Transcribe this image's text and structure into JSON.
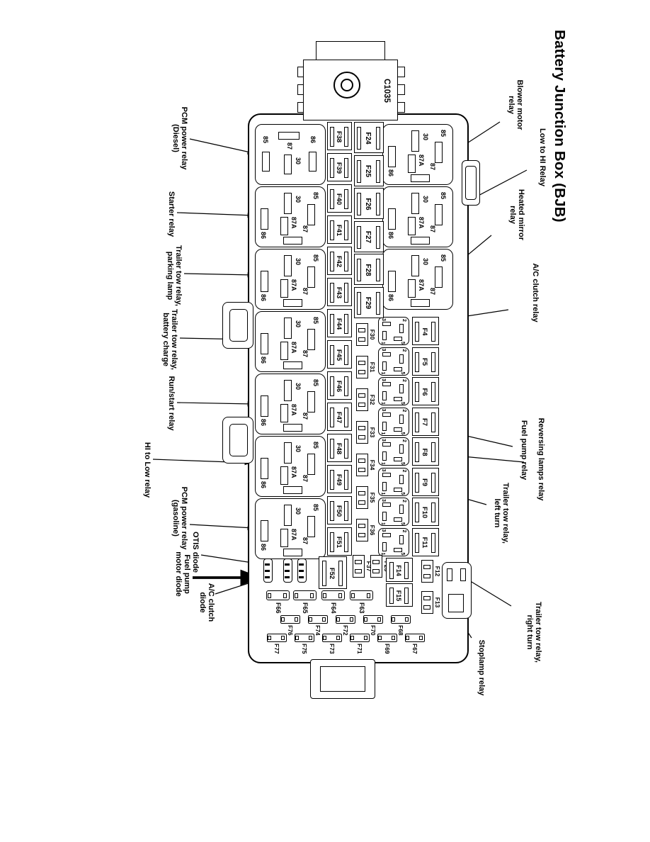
{
  "title": "Battery Junction Box (BJB)",
  "connector": {
    "label": "C1035"
  },
  "callouts_top": [
    "Blower motor relay",
    "Low to HI Relay",
    "Heated mirror relay",
    "A/C clutch relay",
    "Fuel pump relay",
    "Reversing lamps relay",
    "Trailer tow relay, left turn",
    "Trailer tow relay, right turn",
    "Stoplamp relay"
  ],
  "callouts_bottom": [
    "PCM power relay (Diesel)",
    "Starter relay",
    "Trailer tow relay, parking lamp",
    "Trailer tow relay, battery charge",
    "Run/start relay",
    "HI to Low relay",
    "PCM power relay (gasoline)",
    "OTIS diode",
    "Fuel pump motor diode",
    "A/C clutch diode"
  ],
  "pins": {
    "standard_relay": {
      "p30": "30",
      "p85": "85",
      "p86": "86",
      "p87": "87",
      "p87a": "87A"
    },
    "diesel_relay": {
      "p30": "30",
      "p85": "85",
      "p86": "86",
      "p87": "87"
    },
    "micro_relay": {
      "p1": "1",
      "p2": "2",
      "p3": "3",
      "p5": "5"
    }
  },
  "fuse_rows": {
    "row_f38_f51": [
      "F38",
      "F39",
      "F40",
      "F41",
      "F42",
      "F43",
      "F44",
      "F45",
      "F46",
      "F47",
      "F48",
      "F49",
      "F50",
      "F51"
    ],
    "row_f24_f29": [
      "F24",
      "F25",
      "F26",
      "F27",
      "F28",
      "F29"
    ],
    "row_f30_f36": [
      "F30",
      "F31",
      "F32",
      "F33",
      "F34",
      "F35",
      "F36"
    ],
    "row_f4_f11": [
      "F4",
      "F5",
      "F6",
      "F7",
      "F8",
      "F9",
      "F10",
      "F11"
    ]
  },
  "cluster": {
    "f37": "F37",
    "f52": "F52",
    "f23": "F23",
    "f14": "F14",
    "f15": "F15",
    "f12": "F12",
    "f13": "F13",
    "maxi_fuses": [
      "F63",
      "F64",
      "F65",
      "F66"
    ],
    "stacked_fuses": [
      "F67",
      "F68",
      "F69",
      "F70",
      "F71",
      "F72",
      "F73",
      "F74",
      "F75",
      "F76",
      "F77"
    ]
  },
  "colors": {
    "line": "#000000",
    "background": "#ffffff"
  }
}
